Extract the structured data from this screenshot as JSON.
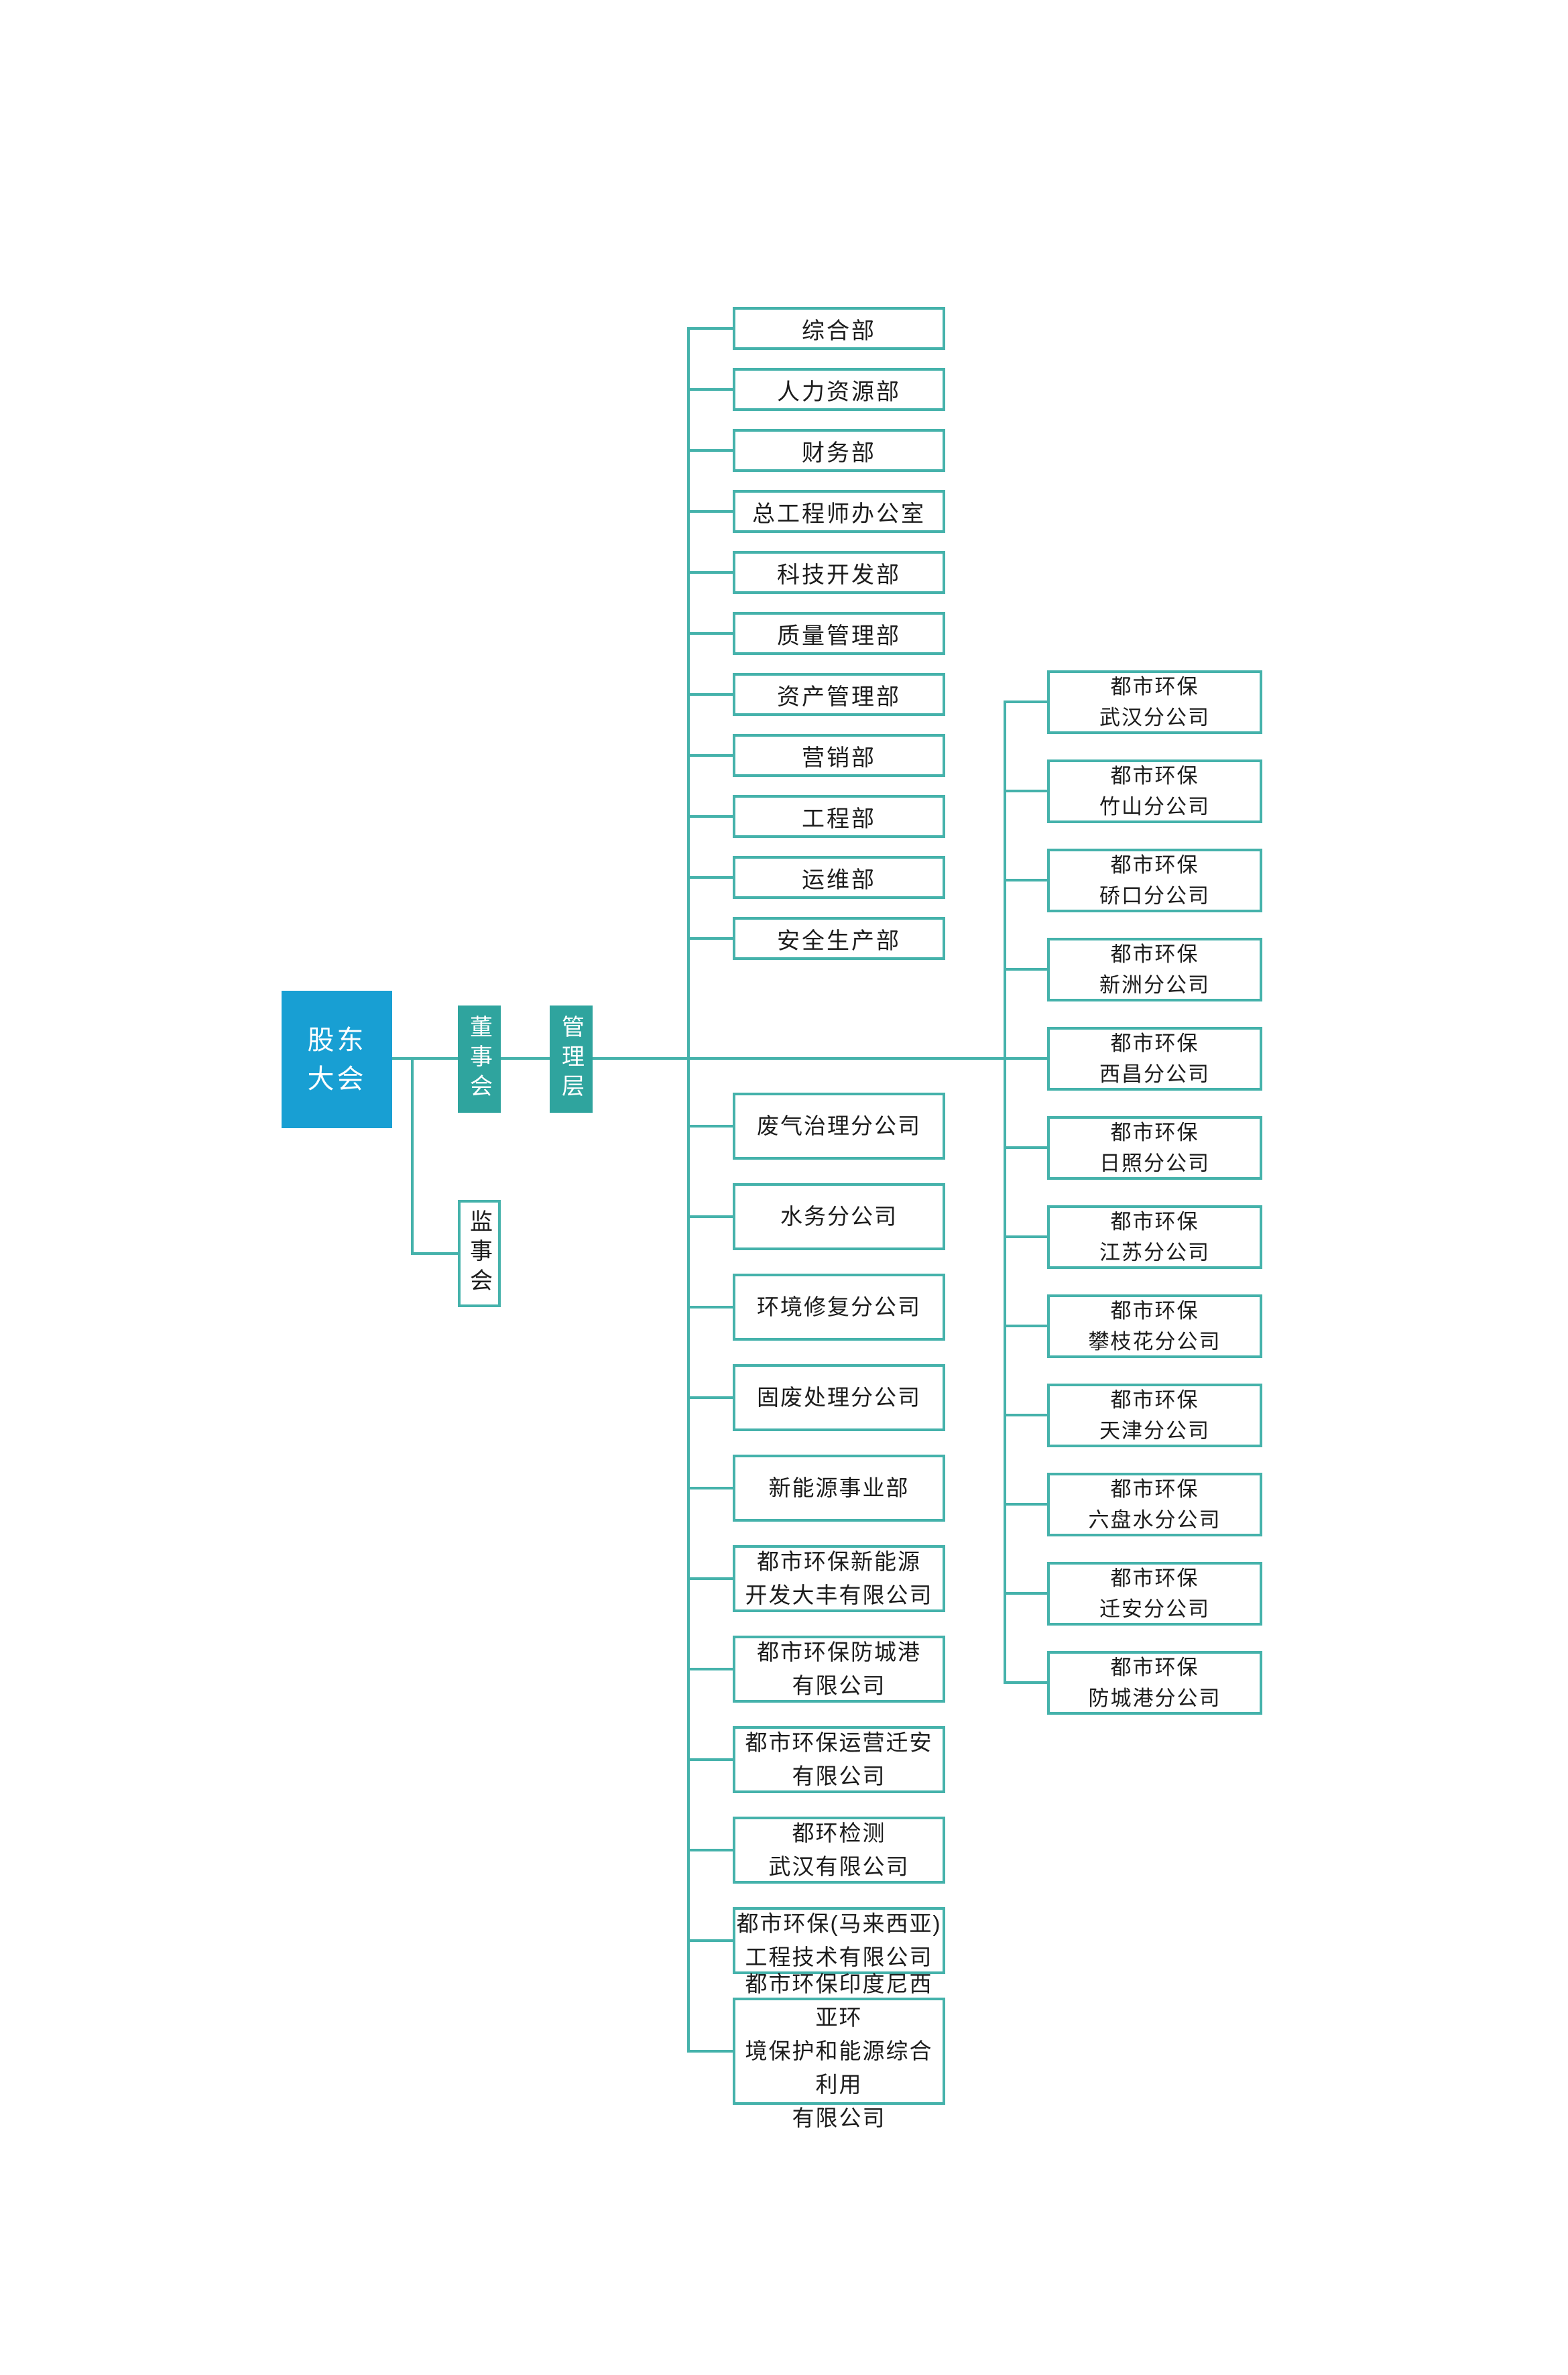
{
  "colors": {
    "root_fill": "#189fd3",
    "governance_fill": "#2fa49e",
    "line_and_border": "#45b2ab",
    "text_dark": "#1c1c1c",
    "text_light": "#ffffff",
    "background": "#ffffff"
  },
  "governance": {
    "shareholders": {
      "lines": [
        "股东",
        "大会"
      ]
    },
    "board": {
      "label": "董事会"
    },
    "management": {
      "label": "管理层"
    },
    "supervisory": {
      "label": "监事会"
    }
  },
  "departments": [
    {
      "label": "综合部"
    },
    {
      "label": "人力资源部"
    },
    {
      "label": "财务部"
    },
    {
      "label": "总工程师办公室"
    },
    {
      "label": "科技开发部"
    },
    {
      "label": "质量管理部"
    },
    {
      "label": "资产管理部"
    },
    {
      "label": "营销部"
    },
    {
      "label": "工程部"
    },
    {
      "label": "运维部"
    },
    {
      "label": "安全生产部"
    }
  ],
  "subsidiaries": [
    {
      "lines": [
        "废气治理分公司"
      ]
    },
    {
      "lines": [
        "水务分公司"
      ]
    },
    {
      "lines": [
        "环境修复分公司"
      ]
    },
    {
      "lines": [
        "固废处理分公司"
      ]
    },
    {
      "lines": [
        "新能源事业部"
      ]
    },
    {
      "lines": [
        "都市环保新能源",
        "开发大丰有限公司"
      ]
    },
    {
      "lines": [
        "都市环保防城港",
        "有限公司"
      ]
    },
    {
      "lines": [
        "都市环保运营迁安",
        "有限公司"
      ]
    },
    {
      "lines": [
        "都环检测",
        "武汉有限公司"
      ]
    },
    {
      "lines": [
        "都市环保(马来西亚)",
        "工程技术有限公司"
      ]
    },
    {
      "lines": [
        "都市环保印度尼西亚环",
        "境保护和能源综合利用",
        "有限公司"
      ]
    }
  ],
  "branches": [
    {
      "lines": [
        "都市环保",
        "武汉分公司"
      ]
    },
    {
      "lines": [
        "都市环保",
        "竹山分公司"
      ]
    },
    {
      "lines": [
        "都市环保",
        "硚口分公司"
      ]
    },
    {
      "lines": [
        "都市环保",
        "新洲分公司"
      ]
    },
    {
      "lines": [
        "都市环保",
        "西昌分公司"
      ]
    },
    {
      "lines": [
        "都市环保",
        "日照分公司"
      ]
    },
    {
      "lines": [
        "都市环保",
        "江苏分公司"
      ]
    },
    {
      "lines": [
        "都市环保",
        "攀枝花分公司"
      ]
    },
    {
      "lines": [
        "都市环保",
        "天津分公司"
      ]
    },
    {
      "lines": [
        "都市环保",
        "六盘水分公司"
      ]
    },
    {
      "lines": [
        "都市环保",
        "迁安分公司"
      ]
    },
    {
      "lines": [
        "都市环保",
        "防城港分公司"
      ]
    }
  ]
}
